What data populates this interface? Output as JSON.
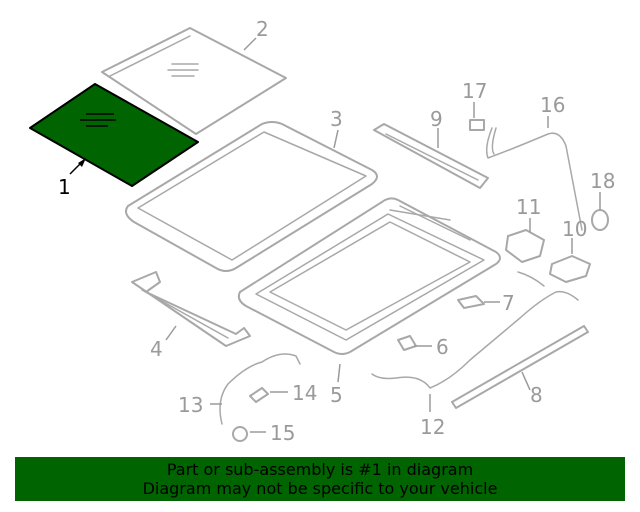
{
  "diagram": {
    "highlight_color": "#006400",
    "highlighted_part": "1",
    "callouts": [
      "1",
      "2",
      "3",
      "4",
      "5",
      "6",
      "7",
      "8",
      "9",
      "10",
      "11",
      "12",
      "13",
      "14",
      "15",
      "16",
      "17",
      "18"
    ]
  },
  "banner": {
    "line1": "Part or sub-assembly is #1 in diagram",
    "line2": "Diagram may not be specific to your vehicle",
    "background": "#006400"
  }
}
